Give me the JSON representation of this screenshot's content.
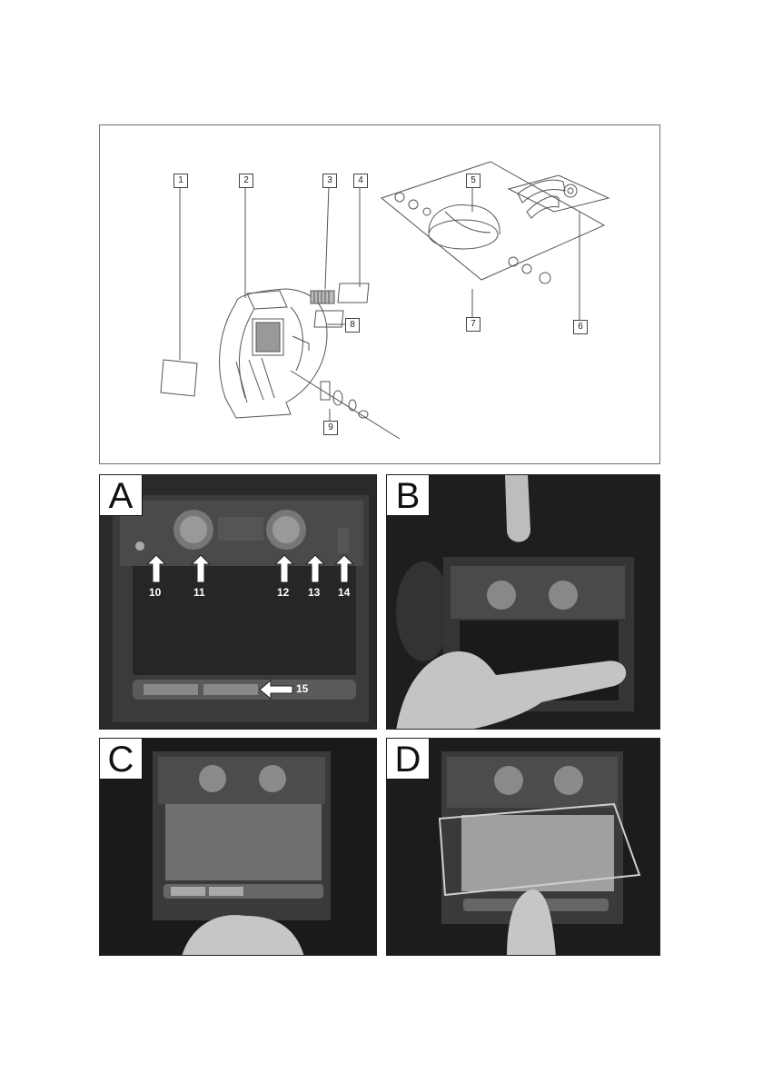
{
  "diagram": {
    "callouts": [
      "1",
      "2",
      "3",
      "4",
      "5",
      "6",
      "7",
      "8",
      "9"
    ]
  },
  "photos": {
    "A": {
      "letter": "A",
      "arrow_labels": [
        "10",
        "11",
        "12",
        "13",
        "14",
        "15"
      ]
    },
    "B": {
      "letter": "B"
    },
    "C": {
      "letter": "C"
    },
    "D": {
      "letter": "D"
    }
  },
  "colors": {
    "panel_border": "#6e6e6e",
    "photo_dark": "#202020",
    "label_bg": "#ffffff"
  }
}
